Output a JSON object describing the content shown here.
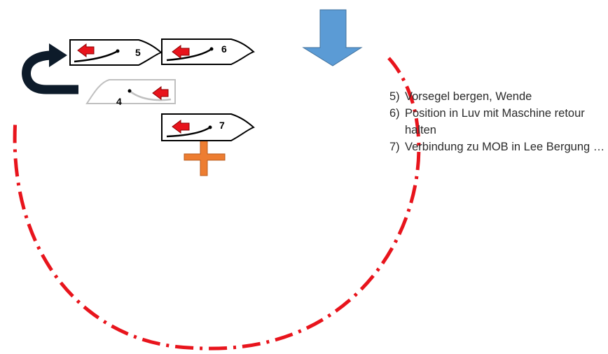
{
  "boats": [
    {
      "label": "5",
      "state": "active"
    },
    {
      "label": "6",
      "state": "active"
    },
    {
      "label": "4",
      "state": "faded"
    },
    {
      "label": "7",
      "state": "active"
    }
  ],
  "steps": [
    {
      "num": "5)",
      "text": "Vorsegel bergen, Wende"
    },
    {
      "num": "6)",
      "text": "Position in Luv mit Maschine retour halten"
    },
    {
      "num": "7)",
      "text": "Verbindung zu MOB in Lee Bergung …"
    }
  ],
  "colors": {
    "wind_arrow": "#5b9bd5",
    "wind_arrow_outline": "#41719c",
    "course_line": "#e8141c",
    "boat_arrow": "#e8141c",
    "mob_marker": "#ed7d31",
    "turn_arrow": "#0d1b2a",
    "boat_outline": "#000000",
    "boat_faded": "#c0c0c0"
  },
  "icons": {
    "wind": "wind-direction-arrow-icon",
    "turn": "turn-arrow-icon",
    "mob": "man-overboard-cross-icon"
  }
}
